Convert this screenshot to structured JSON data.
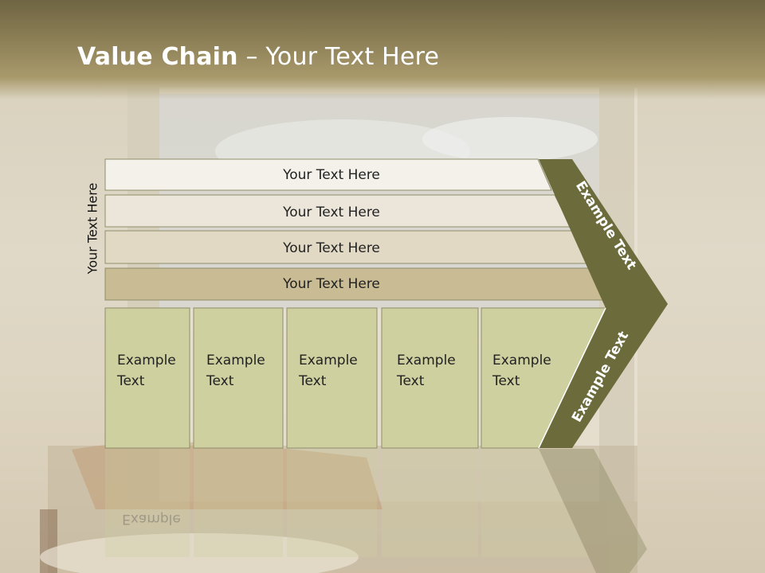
{
  "slide": {
    "title_bold": "Value Chain",
    "title_rest": " – Your Text Here",
    "vertical_label": "Your Text Here"
  },
  "support_rows": [
    {
      "label": "Your Text Here",
      "fill": "#f3f1ea"
    },
    {
      "label": "Your Text Here",
      "fill": "#ebe6d9"
    },
    {
      "label": "Your Text Here",
      "fill": "#e1d9c4"
    },
    {
      "label": "Your Text Here",
      "fill": "#c9bb93"
    }
  ],
  "primary_cells": [
    {
      "line1": "Example",
      "line2": "Text"
    },
    {
      "line1": "Example",
      "line2": "Text"
    },
    {
      "line1": "Example",
      "line2": "Text"
    },
    {
      "line1": "Example",
      "line2": "Text"
    },
    {
      "line1": "Example",
      "line2": "Text"
    }
  ],
  "chevron": {
    "top_label": "Example Text",
    "bottom_label": "Example Text",
    "color": "#6b6b3b"
  },
  "colors": {
    "cell_fill": "#ced0a0",
    "cell_border": "#8f8e6a"
  }
}
